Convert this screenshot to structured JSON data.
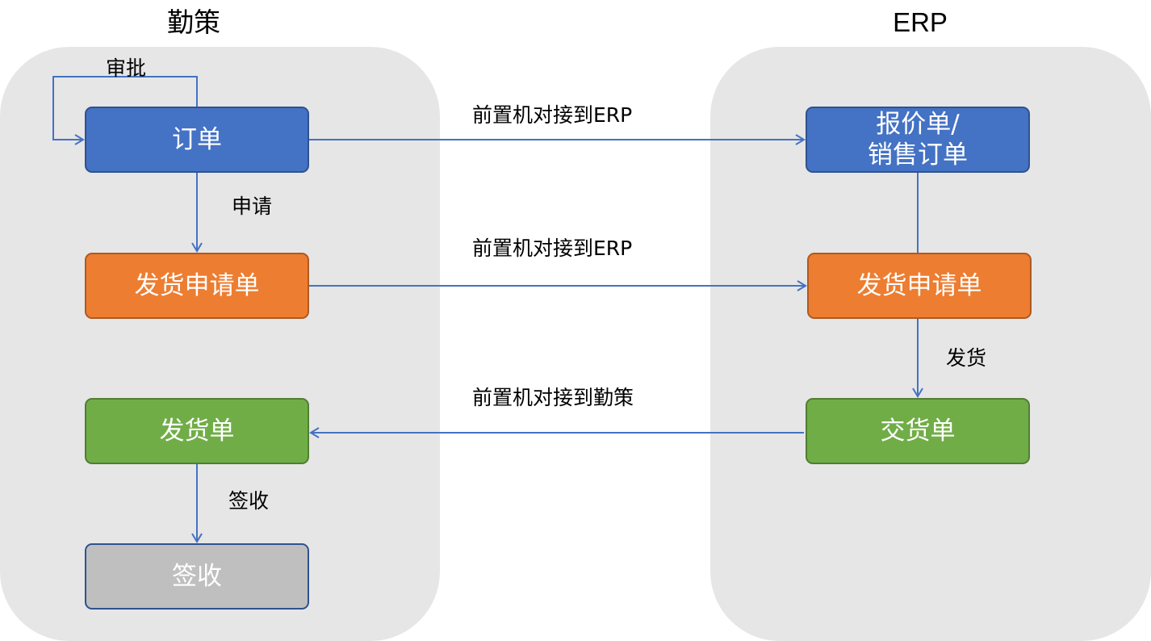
{
  "systems": {
    "left": {
      "title": "勤策"
    },
    "right": {
      "title": "ERP"
    }
  },
  "nodes": {
    "order": {
      "label": "订单",
      "color": "#4472c4"
    },
    "ship_request_left": {
      "label": "发货申请单",
      "color": "#ed7d31"
    },
    "shipment_left": {
      "label": "发货单",
      "color": "#70ad47"
    },
    "sign_off": {
      "label": "签收",
      "color": "#bfbfbf"
    },
    "quote_sales_order": {
      "label": "报价单/\n销售订单",
      "color": "#4472c4"
    },
    "ship_request_right": {
      "label": "发货申请单",
      "color": "#ed7d31"
    },
    "delivery_right": {
      "label": "交货单",
      "color": "#70ad47"
    }
  },
  "edge_labels": {
    "approve": "审批",
    "apply": "申请",
    "sign": "签收",
    "ship": "发货",
    "sync_order": "前置机对接到ERP",
    "sync_ship_request": "前置机对接到ERP",
    "sync_delivery": "前置机对接到勤策"
  },
  "colors": {
    "panel": "#e6e6e6",
    "connector": "#4472c4"
  }
}
